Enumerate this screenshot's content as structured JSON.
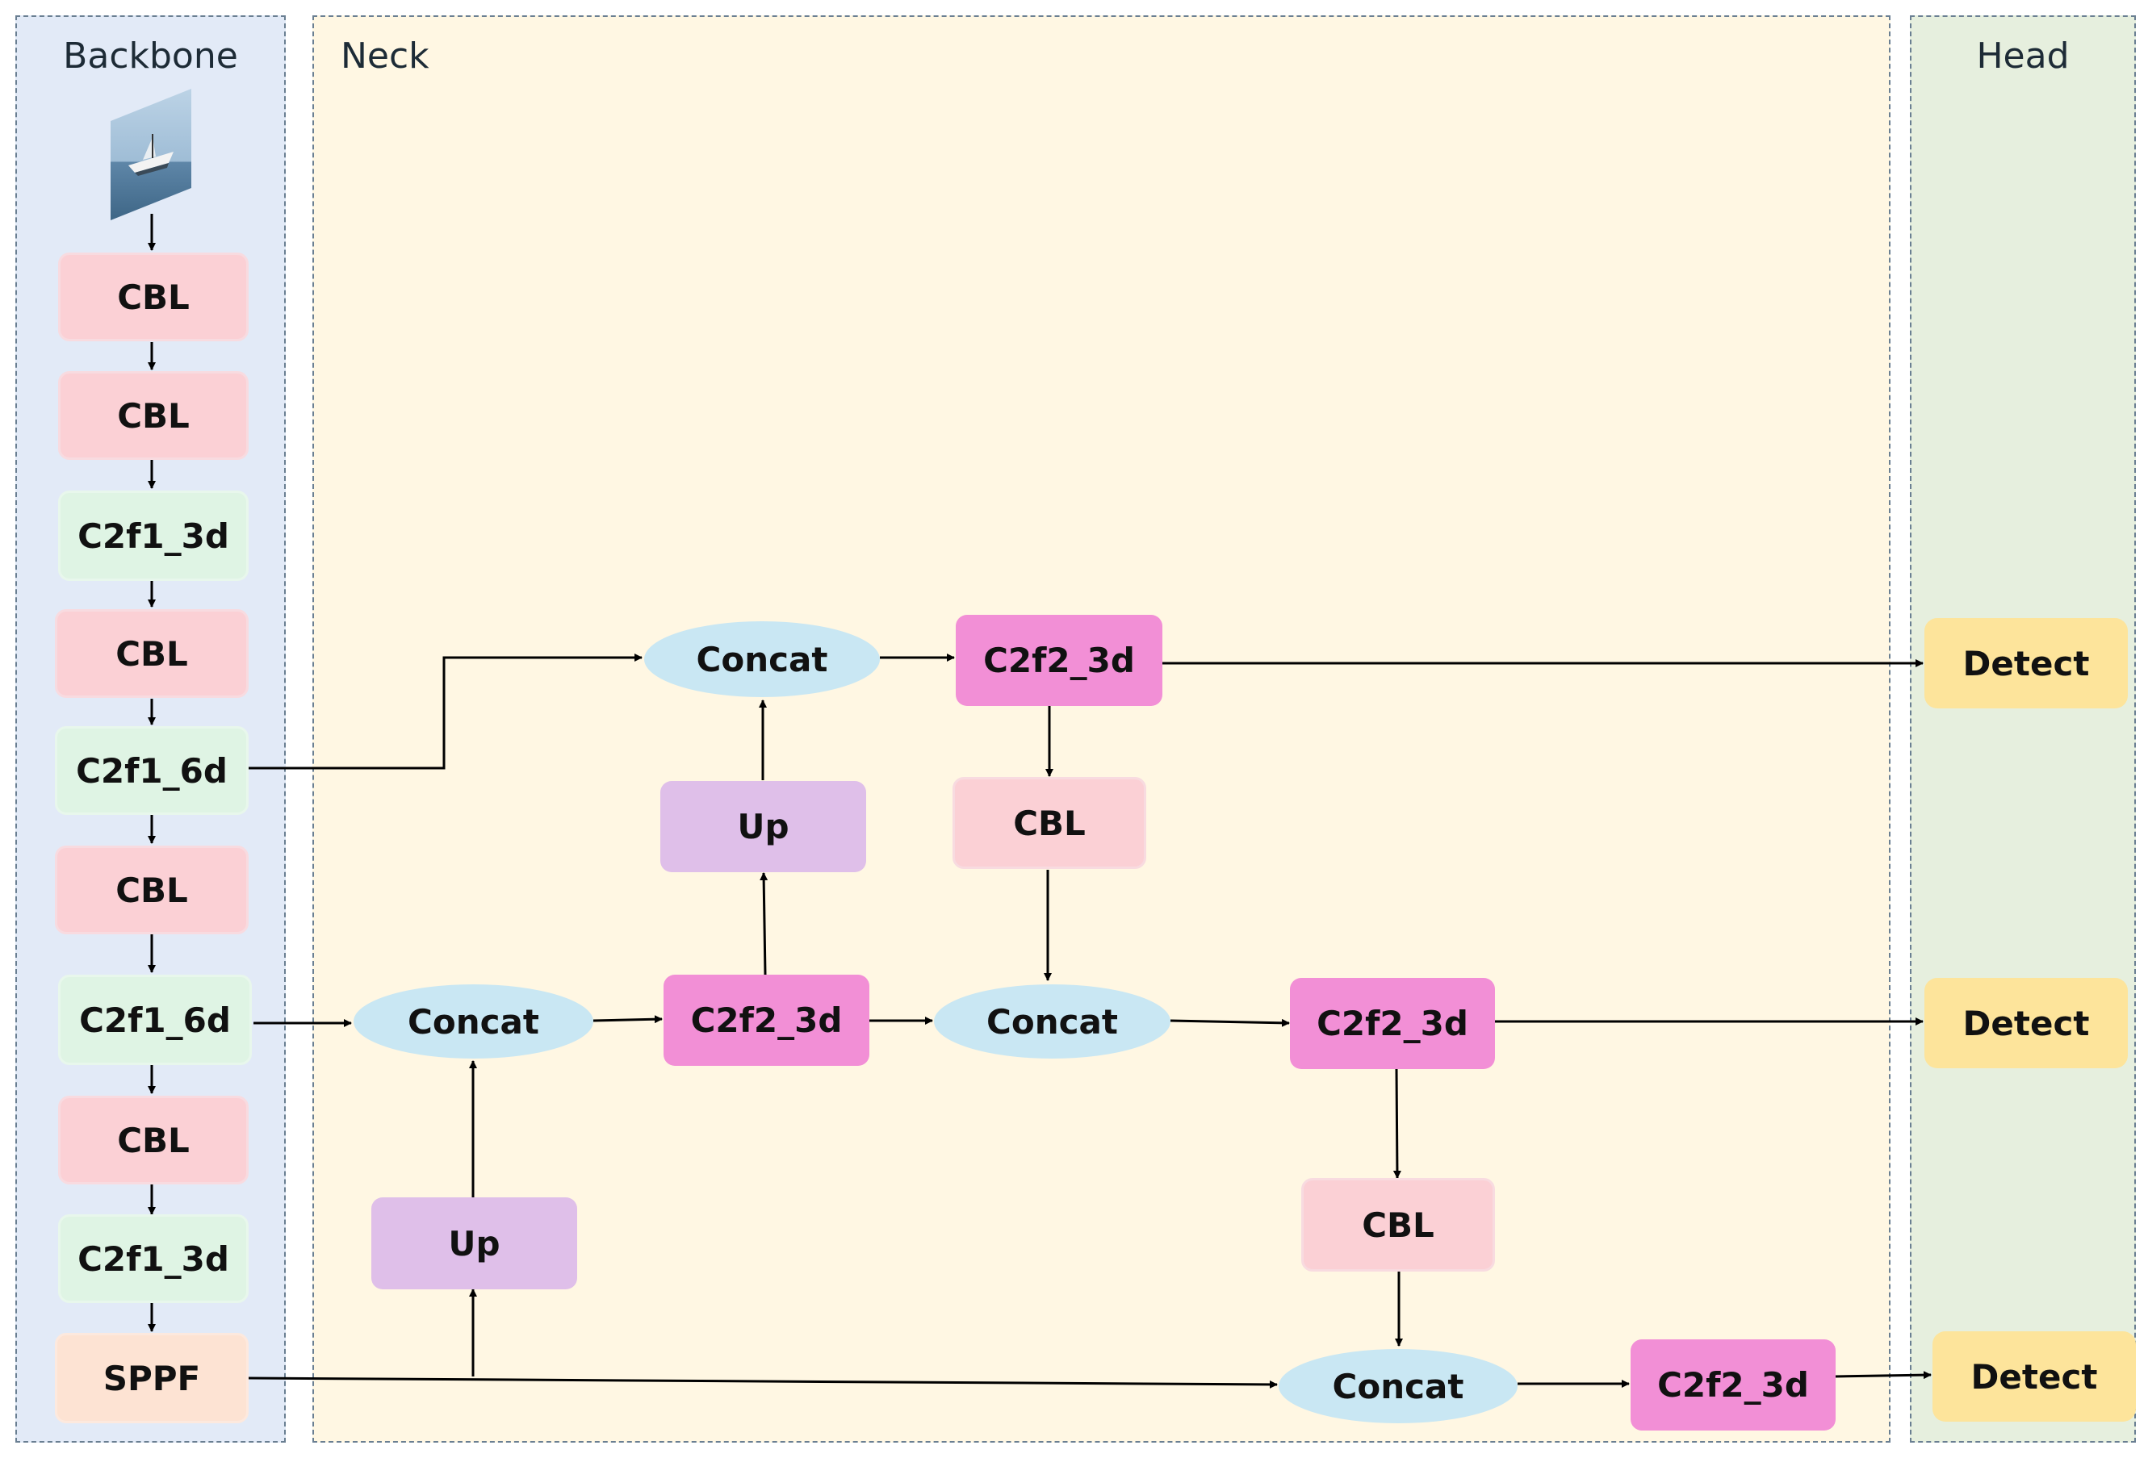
{
  "panels": {
    "backbone": "Backbone",
    "neck": "Neck",
    "head": "Head"
  },
  "backbone": {
    "layers": [
      "CBL",
      "CBL",
      "C2f1_3d",
      "CBL",
      "C2f1_6d",
      "CBL",
      "C2f1_6d",
      "CBL",
      "C2f1_3d",
      "SPPF"
    ]
  },
  "neck": {
    "concat": "Concat",
    "up": "Up",
    "c2f2": "C2f2_3d",
    "cbl": "CBL"
  },
  "head": {
    "detect": "Detect"
  },
  "colors": {
    "cbl": "#fbd0d5",
    "c2f1": "#dff4e4",
    "sppf": "#fde3d3",
    "c2f2": "#f28fd6",
    "up": "#dfbfe9",
    "concat": "#c9e7f3",
    "detect": "#fde49b",
    "backbone_panel": "#e2eaf7",
    "neck_panel": "#fff7e3",
    "head_panel": "#e6efde"
  },
  "icons": {
    "input": "boat-photo-icon"
  }
}
